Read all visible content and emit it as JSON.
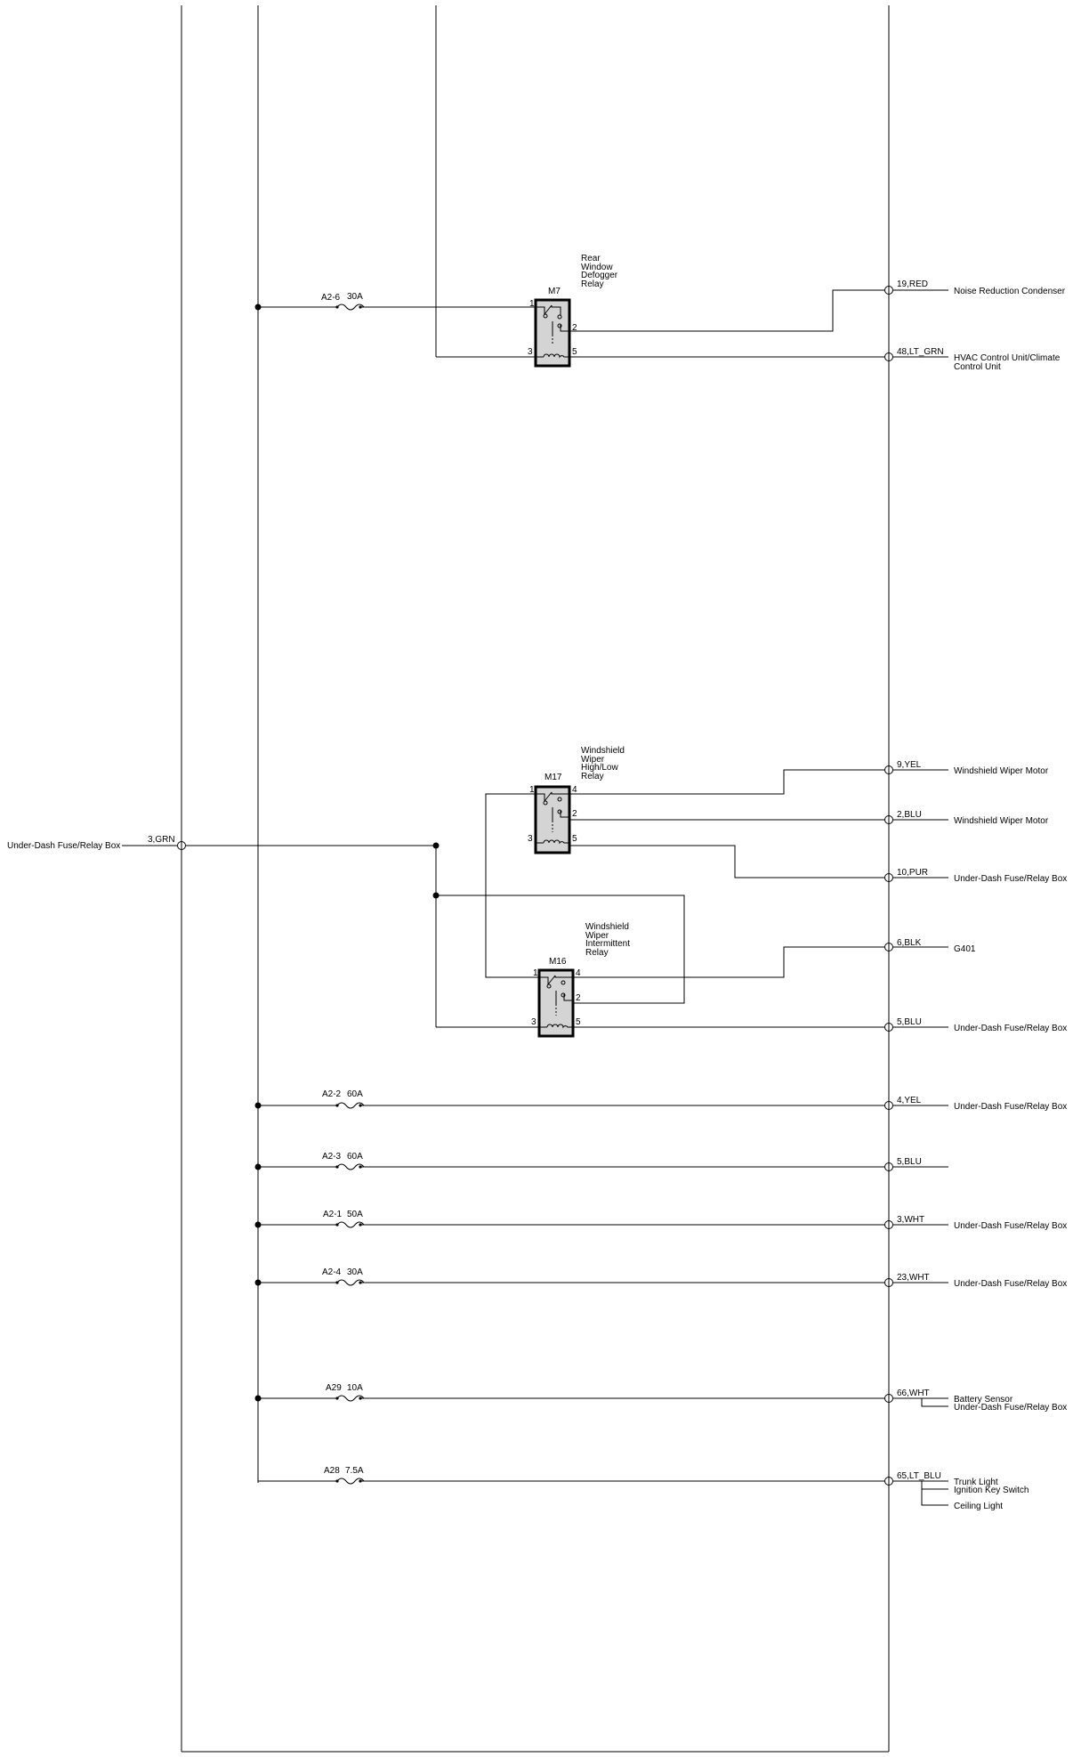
{
  "left_input": {
    "label": "Under-Dash Fuse/Relay Box",
    "wire": "3,GRN"
  },
  "relays": {
    "m7": {
      "id": "M7",
      "title_lines": [
        "Rear",
        "Window",
        "Defogger",
        "Relay"
      ],
      "pins": [
        "1",
        "2",
        "3",
        "5"
      ]
    },
    "m17": {
      "id": "M17",
      "title_lines": [
        "Windshield",
        "Wiper",
        "High/Low",
        "Relay"
      ],
      "pins": [
        "1",
        "4",
        "2",
        "3",
        "5"
      ]
    },
    "m16": {
      "id": "M16",
      "title_lines": [
        "Windshield",
        "Wiper",
        "Intermittent",
        "Relay"
      ],
      "pins": [
        "1",
        "4",
        "2",
        "3",
        "5"
      ]
    }
  },
  "fuses": [
    {
      "name": "A2-6",
      "rating": "30A"
    },
    {
      "name": "A2-2",
      "rating": "60A"
    },
    {
      "name": "A2-3",
      "rating": "60A"
    },
    {
      "name": "A2-1",
      "rating": "50A"
    },
    {
      "name": "A2-4",
      "rating": "30A"
    },
    {
      "name": "A29",
      "rating": "10A"
    },
    {
      "name": "A28",
      "rating": "7.5A"
    }
  ],
  "connections": [
    {
      "wire": "19,RED",
      "destinations": [
        "Noise Reduction Condenser"
      ]
    },
    {
      "wire": "48,LT_GRN",
      "destinations": [
        "HVAC Control Unit/Climate",
        "Control Unit"
      ]
    },
    {
      "wire": "9,YEL",
      "destinations": [
        "Windshield Wiper Motor"
      ]
    },
    {
      "wire": "2,BLU",
      "destinations": [
        "Windshield Wiper Motor"
      ]
    },
    {
      "wire": "10,PUR",
      "destinations": [
        "Under-Dash Fuse/Relay Box"
      ]
    },
    {
      "wire": "6,BLK",
      "destinations": [
        "G401"
      ]
    },
    {
      "wire": "5,BLU",
      "destinations": [
        "Under-Dash Fuse/Relay Box"
      ]
    },
    {
      "wire": "4,YEL",
      "destinations": [
        "Under-Dash Fuse/Relay Box"
      ]
    },
    {
      "wire": "5,BLU",
      "destinations": []
    },
    {
      "wire": "3,WHT",
      "destinations": [
        "Under-Dash Fuse/Relay Box"
      ]
    },
    {
      "wire": "23,WHT",
      "destinations": [
        "Under-Dash Fuse/Relay Box"
      ]
    },
    {
      "wire": "66,WHT",
      "destinations": [
        "Battery Sensor",
        "Under-Dash Fuse/Relay Box"
      ]
    },
    {
      "wire": "65,LT_BLU",
      "destinations": [
        "Trunk Light",
        "Ignition Key Switch",
        "Ceiling Light"
      ]
    }
  ]
}
